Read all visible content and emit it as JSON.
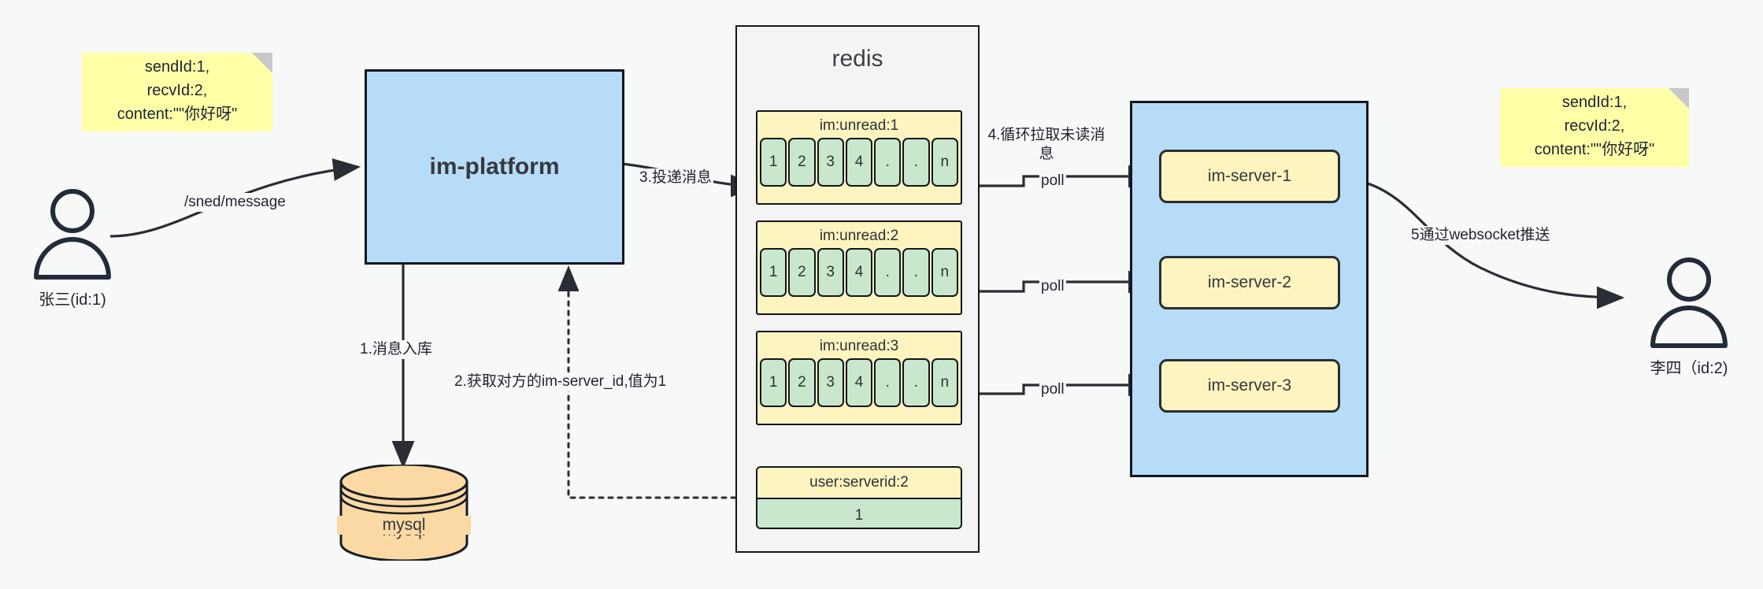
{
  "diagram": {
    "title": "IM message delivery architecture",
    "colors": {
      "sticky": "#ffffa8",
      "blue_box": "#b6dcf7",
      "queue_header": "#fdf4bf",
      "queue_cell": "#c9e7cd",
      "mysql": "#fbd9a5",
      "stroke": "#13161b",
      "canvas": "#f7f8f8"
    }
  },
  "sticky_left": {
    "lines": [
      "sendId:1,",
      "recvId:2,",
      "content:\"\"你好呀\""
    ]
  },
  "sticky_right": {
    "lines": [
      "sendId:1,",
      "recvId:2,",
      "content:\"\"你好呀\""
    ]
  },
  "actor_left": {
    "icon": "user-icon",
    "label": "张三(id:1)"
  },
  "actor_right": {
    "icon": "user-icon",
    "label": "李四（id:2)"
  },
  "platform": {
    "label": "im-platform"
  },
  "mysql": {
    "label": "mysql"
  },
  "redis": {
    "title": "redis",
    "queues": [
      {
        "key": "im:unread:1",
        "cells": [
          "1",
          "2",
          "3",
          "4",
          ".",
          ".",
          "n"
        ]
      },
      {
        "key": "im:unread:2",
        "cells": [
          "1",
          "2",
          "3",
          "4",
          ".",
          ".",
          "n"
        ]
      },
      {
        "key": "im:unread:3",
        "cells": [
          "1",
          "2",
          "3",
          "4",
          ".",
          ".",
          "n"
        ]
      }
    ],
    "kv": {
      "key": "user:serverid:2",
      "value": "1"
    }
  },
  "servers": {
    "items": [
      {
        "label": "im-server-1"
      },
      {
        "label": "im-server-2"
      },
      {
        "label": "im-server-3"
      }
    ]
  },
  "edges": {
    "send_message": "/sned/message",
    "step1": "1.消息入库",
    "step2": "2.获取对方的im-server_id,值为1",
    "step3": "3.投递消息",
    "step4": "4.循环拉取未读消息",
    "poll1": "poll",
    "poll2": "poll",
    "poll3": "poll",
    "step5": "5通过websocket推送"
  }
}
